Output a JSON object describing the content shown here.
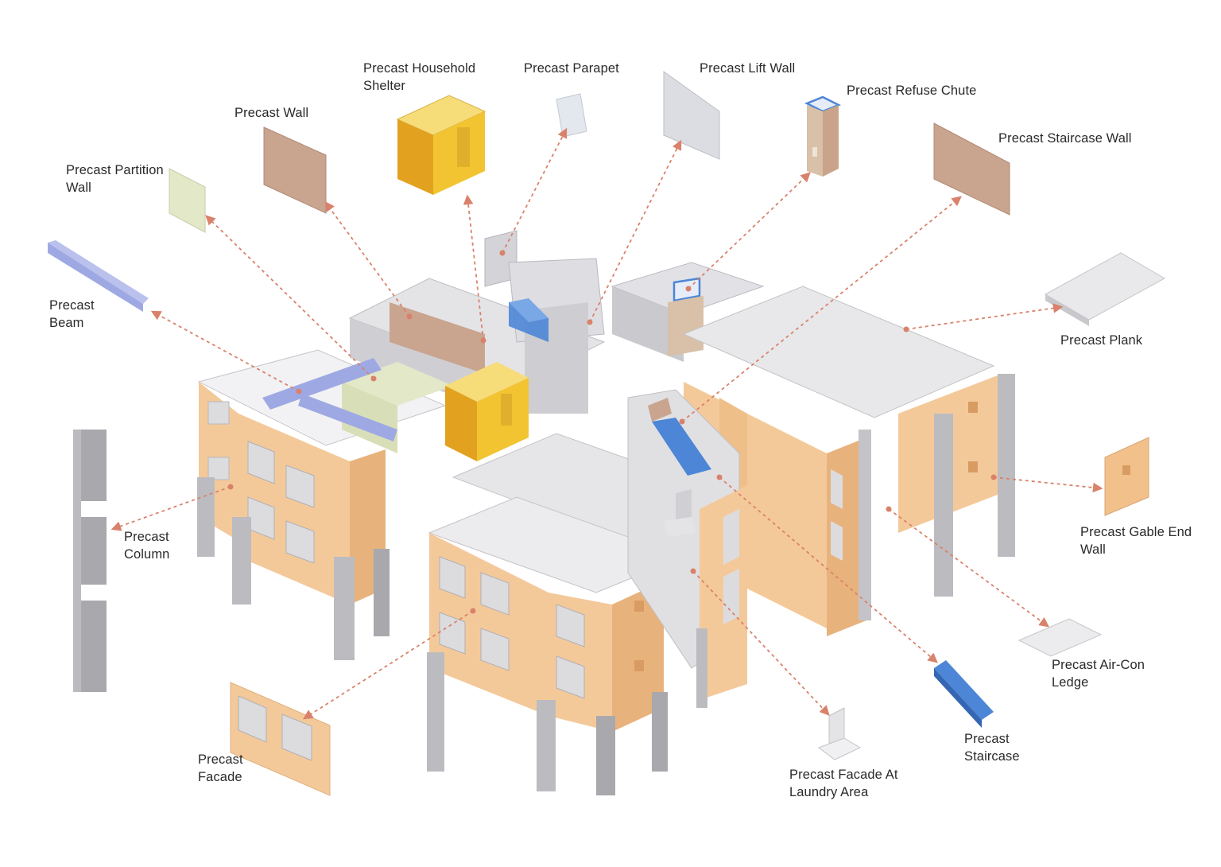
{
  "diagram": {
    "colors": {
      "leader": "#d9826b",
      "facade": "#f4c99a",
      "facade_dark": "#e8b27c",
      "wall_brown": "#c9a48f",
      "partition": "#e2e8c8",
      "shelter": "#f2c431",
      "shelter_dark": "#e2a21f",
      "beam": "#9ea9e3",
      "stair": "#4d86d6",
      "concrete": "#d9d9dc",
      "concrete_dark": "#a9a9ad",
      "slab": "#e6e6e8"
    },
    "labels": [
      {
        "id": "household-shelter",
        "lines": [
          "Precast Household",
          "Shelter"
        ]
      },
      {
        "id": "parapet",
        "lines": [
          "Precast Parapet"
        ]
      },
      {
        "id": "lift-wall",
        "lines": [
          "Precast Lift Wall"
        ]
      },
      {
        "id": "refuse-chute",
        "lines": [
          "Precast Refuse Chute"
        ]
      },
      {
        "id": "wall",
        "lines": [
          "Precast Wall"
        ]
      },
      {
        "id": "staircase-wall",
        "lines": [
          "Precast Staircase Wall"
        ]
      },
      {
        "id": "partition-wall",
        "lines": [
          "Precast Partition",
          "Wall"
        ]
      },
      {
        "id": "beam",
        "lines": [
          "Precast",
          "Beam"
        ]
      },
      {
        "id": "plank",
        "lines": [
          "Precast Plank"
        ]
      },
      {
        "id": "column",
        "lines": [
          "Precast",
          "Column"
        ]
      },
      {
        "id": "gable-end-wall",
        "lines": [
          "Precast Gable End",
          "Wall"
        ]
      },
      {
        "id": "air-con-ledge",
        "lines": [
          "Precast Air-Con",
          "Ledge"
        ]
      },
      {
        "id": "staircase",
        "lines": [
          "Precast",
          "Staircase"
        ]
      },
      {
        "id": "facade-laundry",
        "lines": [
          "Precast Facade At",
          "Laundry Area"
        ]
      },
      {
        "id": "facade",
        "lines": [
          "Precast",
          "Facade"
        ]
      }
    ]
  }
}
